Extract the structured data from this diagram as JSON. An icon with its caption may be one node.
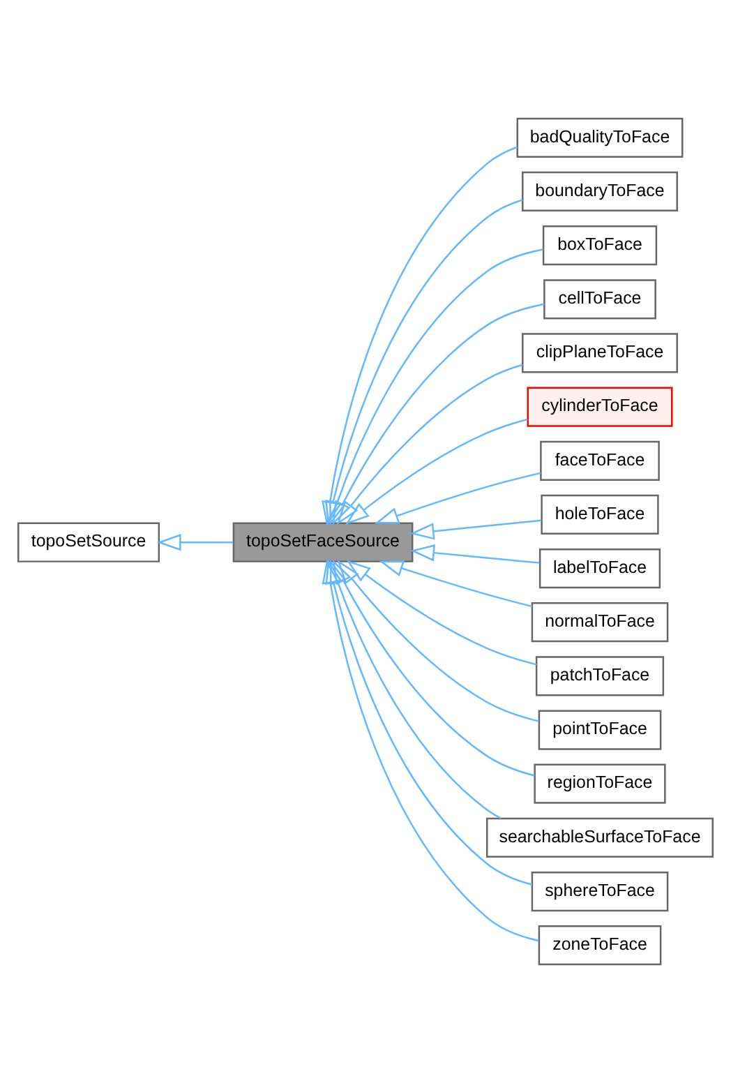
{
  "diagram": {
    "nodes": [
      {
        "text": [
          "topoSetSource"
        ]
      },
      {
        "text": [
          "topoSetFaceSource"
        ]
      },
      {
        "text": [
          "badQualityToFace"
        ]
      },
      {
        "text": [
          "boundaryToFace"
        ]
      },
      {
        "text": [
          "boxToFace"
        ]
      },
      {
        "text": [
          "cellToFace"
        ]
      },
      {
        "text": [
          "clipPlaneToFace"
        ]
      },
      {
        "text": [
          "cylinderToFace"
        ]
      },
      {
        "text": [
          "faceToFace"
        ]
      },
      {
        "text": [
          "holeToFace"
        ]
      },
      {
        "text": [
          "labelToFace"
        ]
      },
      {
        "text": [
          "normalToFace"
        ]
      },
      {
        "text": [
          "patchToFace"
        ]
      },
      {
        "text": [
          "pointToFace"
        ]
      },
      {
        "text": [
          "regionToFace"
        ]
      },
      {
        "text": [
          "searchableSurfaceToFace"
        ]
      },
      {
        "text": [
          "sphereToFace"
        ]
      },
      {
        "text": [
          "zoneToFace"
        ]
      }
    ],
    "edges": [
      {
        "from": 1,
        "to": 0,
        "arrow": "to"
      },
      {
        "from": 2,
        "to": 1,
        "arrow": "to"
      },
      {
        "from": 3,
        "to": 1,
        "arrow": "to"
      },
      {
        "from": 4,
        "to": 1,
        "arrow": "to"
      },
      {
        "from": 5,
        "to": 1,
        "arrow": "to"
      },
      {
        "from": 6,
        "to": 1,
        "arrow": "to"
      },
      {
        "from": 7,
        "to": 1,
        "arrow": "to"
      },
      {
        "from": 8,
        "to": 1,
        "arrow": "to"
      },
      {
        "from": 9,
        "to": 1,
        "arrow": "to"
      },
      {
        "from": 10,
        "to": 1,
        "arrow": "to"
      },
      {
        "from": 11,
        "to": 1,
        "arrow": "to"
      },
      {
        "from": 12,
        "to": 1,
        "arrow": "to"
      },
      {
        "from": 13,
        "to": 1,
        "arrow": "to"
      },
      {
        "from": 14,
        "to": 1,
        "arrow": "to"
      },
      {
        "from": 15,
        "to": 1,
        "arrow": "to"
      },
      {
        "from": 16,
        "to": 1,
        "arrow": "to"
      },
      {
        "from": 17,
        "to": 1,
        "arrow": "to"
      }
    ]
  }
}
